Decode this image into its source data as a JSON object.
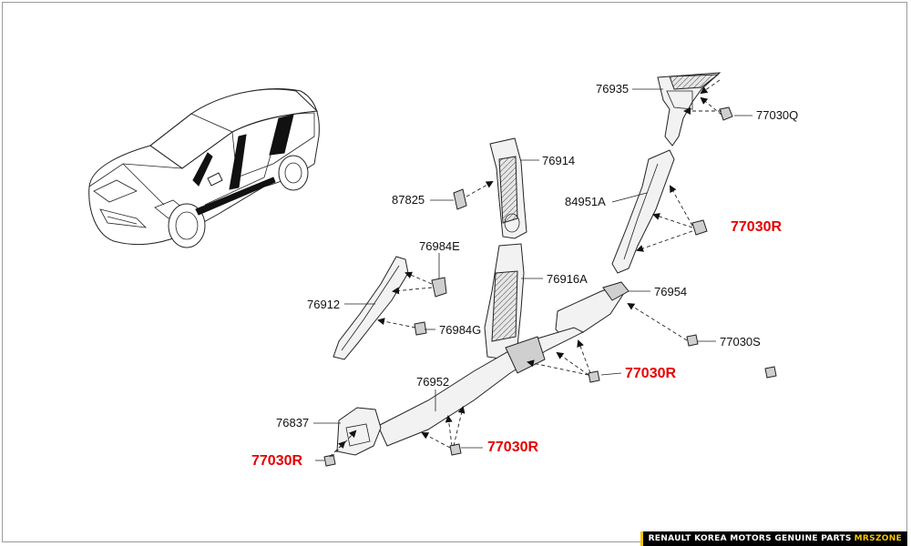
{
  "labels": {
    "l76935": "76935",
    "l77030Q": "77030Q",
    "l76914": "76914",
    "l87825": "87825",
    "l84951A": "84951A",
    "l77030R_1": "77030R",
    "l76984E": "76984E",
    "l76916A": "76916A",
    "l76912": "76912",
    "l76954": "76954",
    "l76984G": "76984G",
    "l77030S": "77030S",
    "l77030R_2": "77030R",
    "l76952": "76952",
    "l76837": "76837",
    "l77030R_3": "77030R",
    "l77030R_4": "77030R"
  },
  "footer": {
    "brand": "RENAULT KOREA MOTORS GENUINE PARTS",
    "site": "MRSZONE"
  },
  "colors": {
    "highlight_red": "#e60000",
    "footer_accent": "#f5c400"
  }
}
